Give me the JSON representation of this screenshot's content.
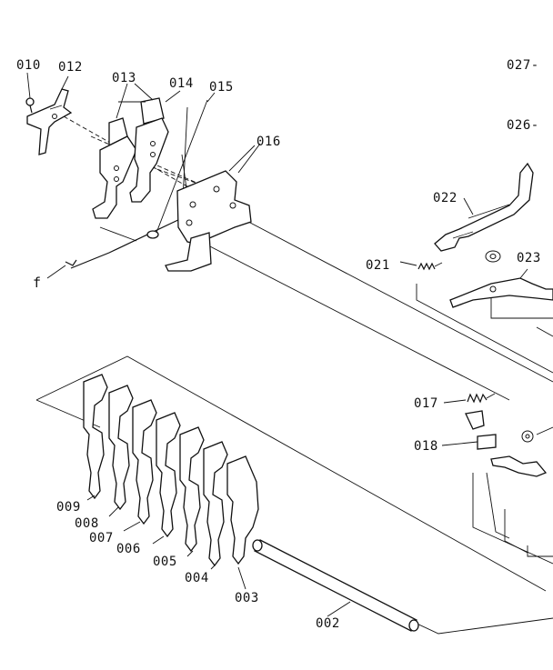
{
  "callouts": {
    "p010": "010",
    "p012": "012",
    "p013": "013",
    "p014": "014",
    "p015": "015",
    "p016": "016",
    "f": "f",
    "p027": "027-",
    "p026": "026-",
    "p022": "022",
    "p021": "021",
    "p023": "023",
    "p017": "017",
    "p018": "018",
    "p009": "009",
    "p008": "008",
    "p007": "007",
    "p006": "006",
    "p005": "005",
    "p004": "004",
    "p003": "003",
    "p002": "002"
  }
}
